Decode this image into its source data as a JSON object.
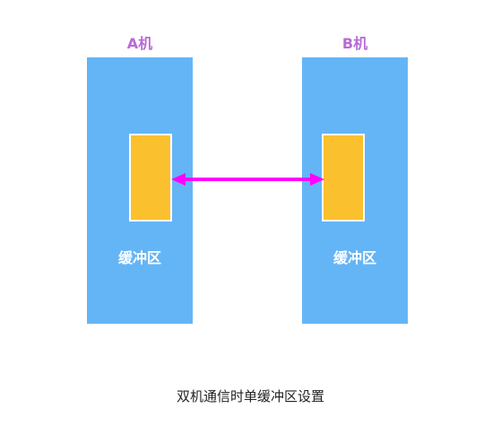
{
  "machines": [
    {
      "label": "A机",
      "buffer_label": "缓冲区"
    },
    {
      "label": "B机",
      "buffer_label": "缓冲区"
    }
  ],
  "caption": "双机通信时单缓冲区设置",
  "colors": {
    "machine": "#64b5f6",
    "buffer": "#fbc02d",
    "label": "#b86bd6",
    "arrow": "#ff00ff"
  },
  "arrow": {
    "direction": "bidirectional"
  }
}
